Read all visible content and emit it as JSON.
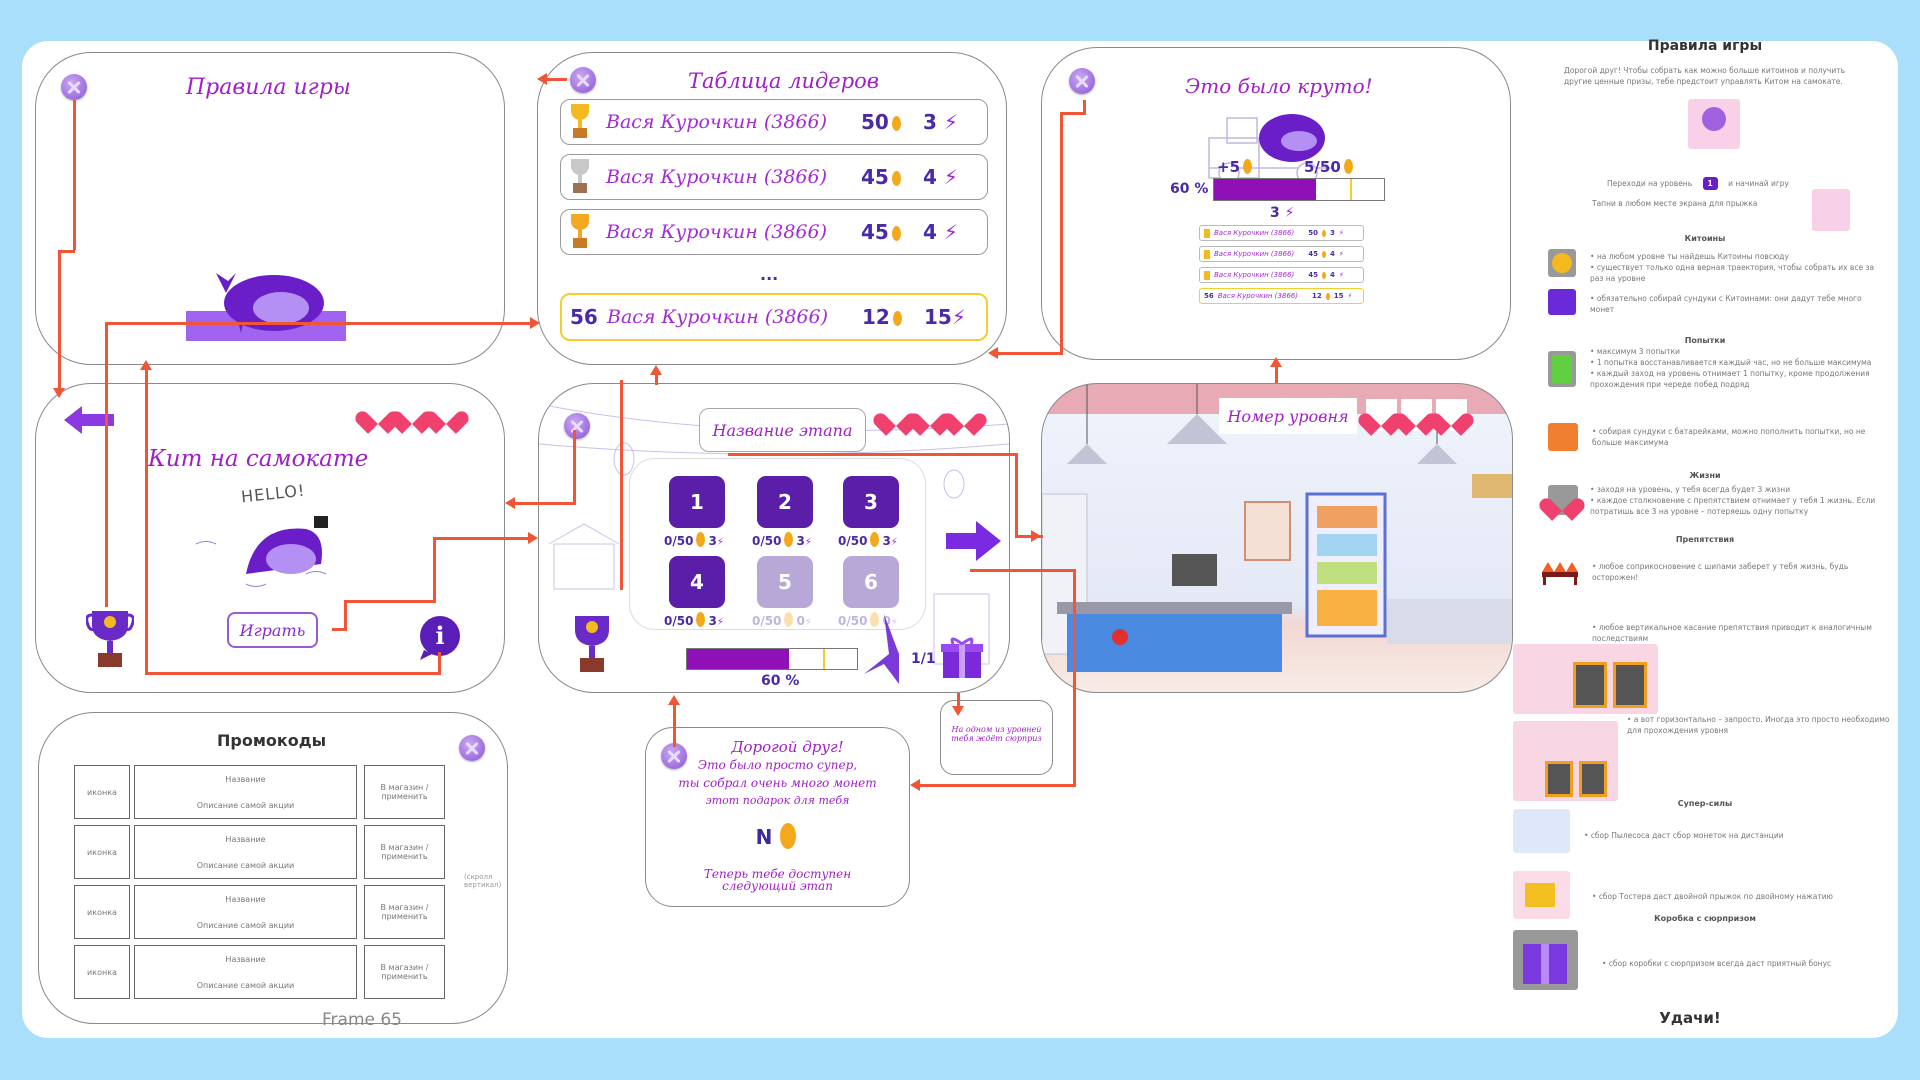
{
  "frame_label": "Frame 65",
  "colors": {
    "accent_purple": "#5a2ab0",
    "script_purple": "#a020c8",
    "connector": "#f05535",
    "heart": "#f0406e",
    "coin": "#f4a81c",
    "highlight": "#f2cf2a",
    "background": "#aadffc"
  },
  "rules_panel": {
    "title": "Правила игры",
    "close_icon": "close-icon"
  },
  "leaderboard": {
    "title": "Таблица лидеров",
    "rows": [
      {
        "rank_icon": "gold-trophy-icon",
        "name": "Вася Курочкин (3866)",
        "coins": "50",
        "bolts": "3"
      },
      {
        "rank_icon": "silver-trophy-icon",
        "name": "Вася Курочкин (3866)",
        "coins": "45",
        "bolts": "4"
      },
      {
        "rank_icon": "bronze-trophy-icon",
        "name": "Вася Курочкин (3866)",
        "coins": "45",
        "bolts": "4"
      }
    ],
    "ellipsis": "...",
    "current_user": {
      "rank": "56",
      "name": "Вася Курочкин (3866)",
      "coins": "12",
      "bolts": "15"
    }
  },
  "result_panel": {
    "title": "Это было круто!",
    "coins_gained": "+5",
    "coins_total": "5/50",
    "progress_label": "60 %",
    "progress_value": 0.6,
    "progress_markers": [
      0.8
    ],
    "bolts": "3",
    "mini_leaderboard": [
      {
        "name": "Вася Курочкин (3866)",
        "coins": "50",
        "bolts": "3"
      },
      {
        "name": "Вася Курочкин (3866)",
        "coins": "45",
        "bolts": "4"
      },
      {
        "name": "Вася Курочкин (3866)",
        "coins": "45",
        "bolts": "4"
      },
      {
        "rank": "56",
        "name": "Вася Курочкин (3866)",
        "coins": "12",
        "bolts": "15"
      }
    ]
  },
  "main_menu": {
    "title": "Кит на самокате",
    "hello_text": "HELLO!",
    "play_button": "Играть",
    "lives": 3,
    "back_icon": "back-arrow-icon",
    "trophy_icon": "trophy-icon",
    "info_icon": "info-icon",
    "info_glyph": "i"
  },
  "stage_select": {
    "title": "Название этапа",
    "lives": 3,
    "levels": [
      {
        "number": "1",
        "progress": "0/50",
        "bolts": "3",
        "locked": false
      },
      {
        "number": "2",
        "progress": "0/50",
        "bolts": "3",
        "locked": false
      },
      {
        "number": "3",
        "progress": "0/50",
        "bolts": "3",
        "locked": false
      },
      {
        "number": "4",
        "progress": "0/50",
        "bolts": "3",
        "locked": false
      },
      {
        "number": "5",
        "progress": "0/50",
        "bolts": "0",
        "locked": true
      },
      {
        "number": "6",
        "progress": "0/50",
        "bolts": "0",
        "locked": true
      }
    ],
    "progress_label": "60 %",
    "progress_value": 0.6,
    "progress_markers": [
      0.8
    ],
    "gift_count": "1/1"
  },
  "level_screen": {
    "title": "Номер уровня",
    "lives": 3
  },
  "surprise_note": {
    "text": "На одном из уровней тебя ждёт сюрприз"
  },
  "friend_popup": {
    "title": "Дорогой друг!",
    "lines": [
      "Это было просто супер,",
      "ты собрал очень много монет",
      "этот подарок для тебя"
    ],
    "amount": "N",
    "footer": "Теперь тебе доступен следующий этап"
  },
  "promocodes": {
    "title": "Промокоды",
    "rows": [
      {
        "icon": "иконка",
        "name": "Название",
        "desc": "Описание самой акции",
        "action": "В магазин / применить"
      },
      {
        "icon": "иконка",
        "name": "Название",
        "desc": "Описание самой акции",
        "action": "В магазин / применить"
      },
      {
        "icon": "иконка",
        "name": "Название",
        "desc": "Описание самой акции",
        "action": "В магазин / применить"
      },
      {
        "icon": "иконка",
        "name": "Название",
        "desc": "Описание самой акции",
        "action": "В магазин / применить"
      }
    ],
    "scroll_note": "(скролл вертикал)"
  },
  "rules_doc": {
    "title": "Правила игры",
    "intro": "Дорогой друг! Чтобы собрать как можно больше китоинов и получить другие ценные призы, тебе предстоит управлять Китом на самокате.",
    "step1_a": "Переходи на уровень",
    "step1_level": "1",
    "step1_b": "и начинай игру",
    "step2": "Тапни в любом месте экрана для прыжка",
    "sections": [
      {
        "heading": "Китоины",
        "bullets": [
          "на любом уровне ты найдешь Китоины повсюду",
          "существует только одна верная траектория, чтобы собрать их все за раз на уровне",
          "обязательно собирай сундуки с Китоинами: они дадут тебе много монет"
        ]
      },
      {
        "heading": "Попытки",
        "bullets": [
          "максимум 3 попытки",
          "1 попытка восстанавливается каждый час, но не больше максимума",
          "каждый заход на уровень отнимает 1 попытку, кроме продолжения прохождения при череде побед подряд",
          "собирая сундуки с батарейками, можно пополнить попытки, но не больше максимума"
        ]
      },
      {
        "heading": "Жизни",
        "bullets": [
          "заходя на уровень, у тебя всегда будет 3 жизни",
          "каждое столкновение с препятствием отнимает у тебя 1 жизнь. Если потратишь все 3 на уровне – потеряешь одну попытку"
        ]
      },
      {
        "heading": "Препятствия",
        "bullets": [
          "любое соприкосновение с шипами заберет у тебя жизнь, будь осторожен!",
          "любое вертикальное касание препятствия приводит к аналогичным последствиям",
          "а вот горизонтально – запросто. Иногда это просто необходимо для прохождения уровня"
        ]
      },
      {
        "heading": "Супер-силы",
        "bullets": [
          "сбор Пылесоса даст сбор монеток на дистанции",
          "сбор Тостера даст двойной прыжок по двойному нажатию"
        ]
      },
      {
        "heading": "Коробка с сюрпризом",
        "bullets": [
          "сбор коробки с сюрпризом всегда даст приятный бонус"
        ]
      }
    ],
    "closing": "Удачи!"
  }
}
